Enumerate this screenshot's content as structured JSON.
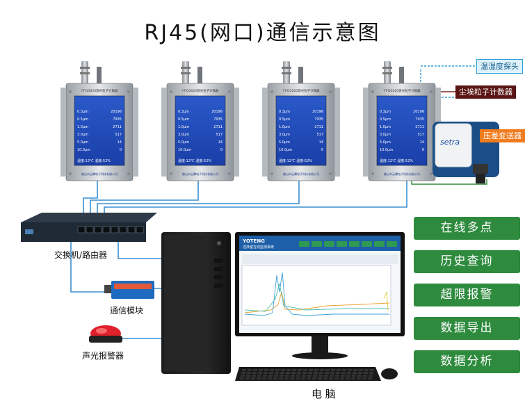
{
  "title": "RJ45(网口)通信示意图",
  "labels": {
    "probe": "温湿度探头",
    "counter": "尘埃粒子计数器",
    "pressure": "压差变送器",
    "switch": "交换机/路由器",
    "module": "通信模块",
    "alarm": "声光报警器",
    "computer": "电 脑"
  },
  "features": [
    "在线多点",
    "历史查询",
    "超限报警",
    "数据导出",
    "数据分析"
  ],
  "device": {
    "model": "YT-D3020激光粒子计数器",
    "company": "佛山市云腾电子科技有限公司",
    "rows": [
      {
        "size": "0.3μm",
        "value": "20196"
      },
      {
        "size": "0.5μm",
        "value": "7935"
      },
      {
        "size": "1.0μm",
        "value": "2711"
      },
      {
        "size": "3.0μm",
        "value": "517"
      },
      {
        "size": "5.0μm",
        "value": "14"
      },
      {
        "size": "10.0μm",
        "value": "0"
      }
    ],
    "footer": "温度:12℃   湿度:52%"
  },
  "monitor": {
    "brand": "YOTENG",
    "subtitle": "洁净室在线监测系统"
  },
  "colors": {
    "probe_line": "#2aa0d8",
    "counter_line": "#7a2020",
    "pressure_line": "#2e8b3e",
    "network_line": "#3a8fd0",
    "feature_bg": "#2e8b3e"
  }
}
